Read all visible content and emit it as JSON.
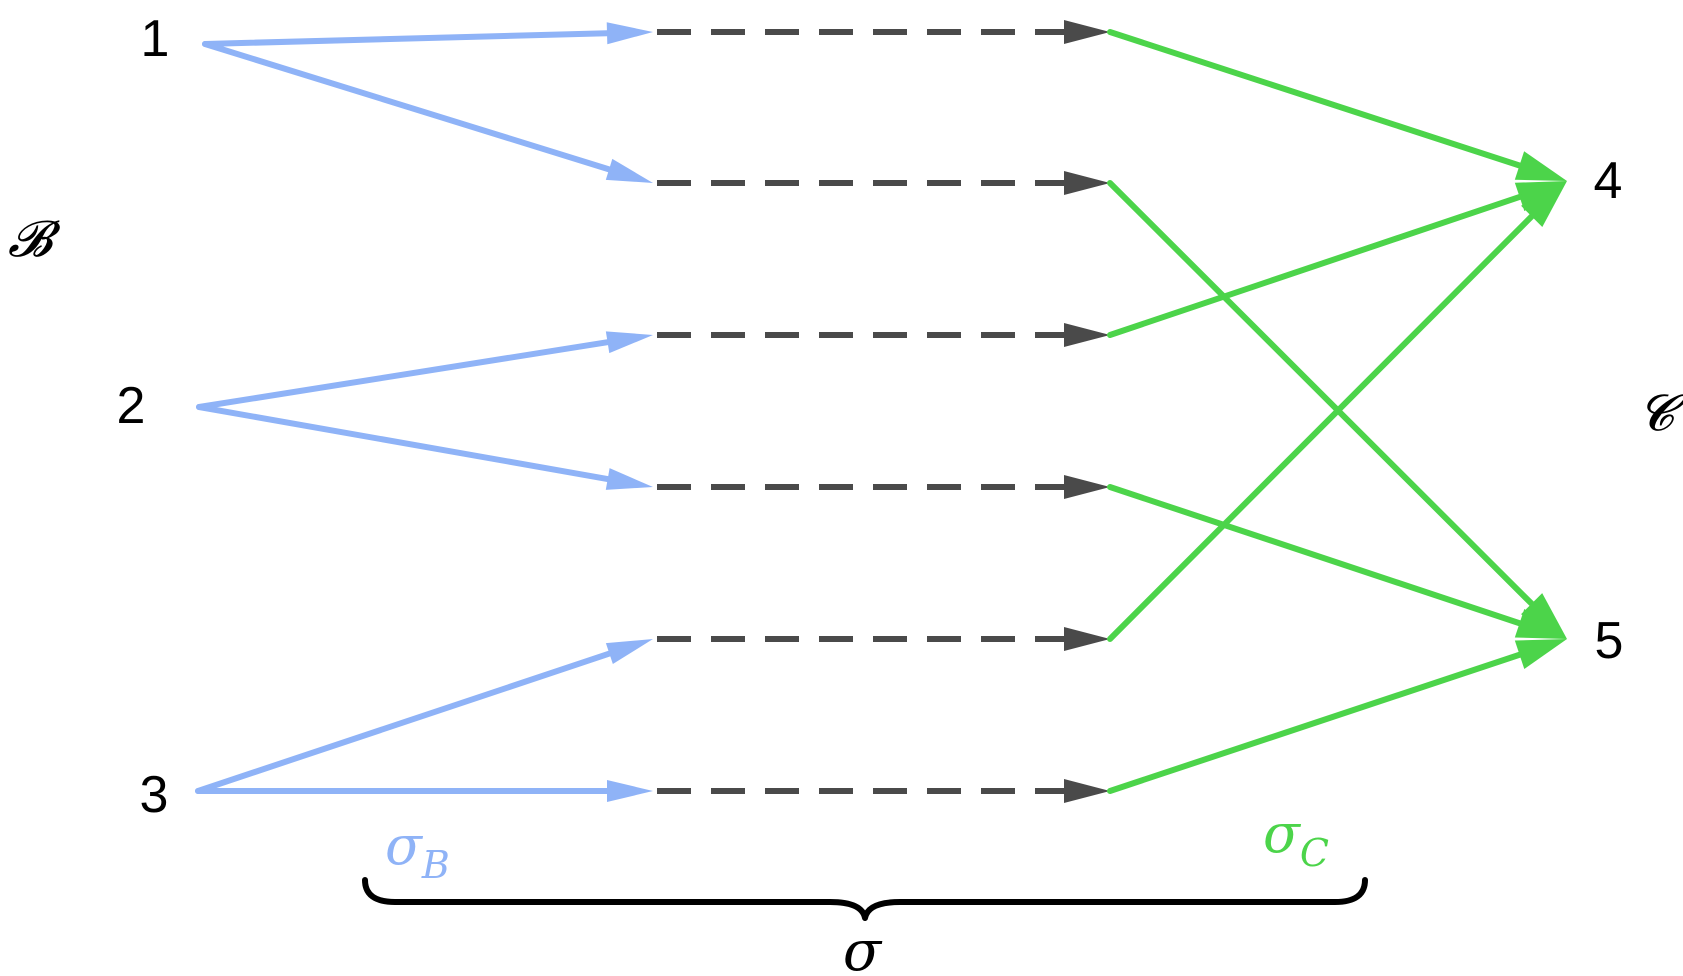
{
  "set_labels": {
    "left": "𝓑",
    "right": "𝓒"
  },
  "nodes": {
    "n1": "1",
    "n2": "2",
    "n3": "3",
    "n4": "4",
    "n5": "5"
  },
  "map_labels": {
    "sigma_b": {
      "symbol": "σ",
      "subscript": "B"
    },
    "sigma_c": {
      "symbol": "σ",
      "subscript": "C"
    },
    "sigma": "σ"
  },
  "colors": {
    "sigma_b": "#8fb3f7",
    "sigma_c": "#4cd44a",
    "dashed": "#4a4a4a",
    "text": "#000000"
  },
  "edges": {
    "sigma_b": [
      [
        "1",
        "r1"
      ],
      [
        "1",
        "r2"
      ],
      [
        "2",
        "r3"
      ],
      [
        "2",
        "r4"
      ],
      [
        "3",
        "r5"
      ],
      [
        "3",
        "r6"
      ]
    ],
    "dashed": [
      [
        "r1",
        "r1"
      ],
      [
        "r2",
        "r2"
      ],
      [
        "r3",
        "r3"
      ],
      [
        "r4",
        "r4"
      ],
      [
        "r5",
        "r5"
      ],
      [
        "r6",
        "r6"
      ]
    ],
    "sigma_c": [
      [
        "r1",
        "4"
      ],
      [
        "r2",
        "5"
      ],
      [
        "r3",
        "4"
      ],
      [
        "r4",
        "5"
      ],
      [
        "r5",
        "4"
      ],
      [
        "r6",
        "5"
      ]
    ]
  }
}
